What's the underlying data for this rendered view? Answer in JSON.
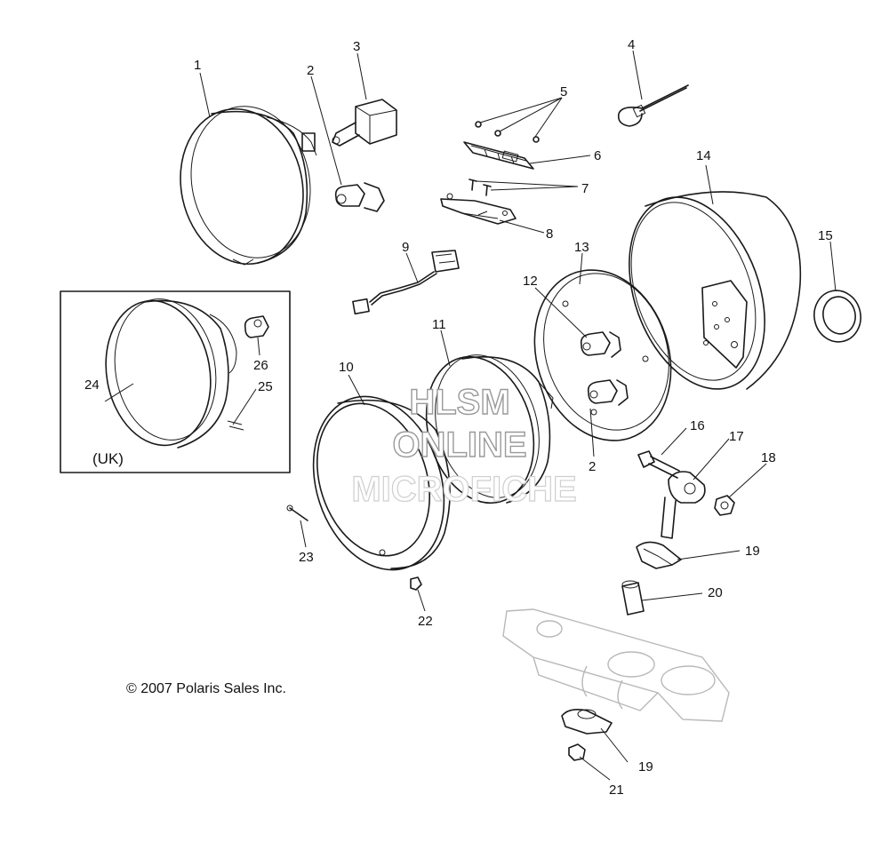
{
  "callouts": {
    "c1": "1",
    "c2a": "2",
    "c2b": "2",
    "c3": "3",
    "c4": "4",
    "c5": "5",
    "c6": "6",
    "c7": "7",
    "c8": "8",
    "c9": "9",
    "c10": "10",
    "c11": "11",
    "c12": "12",
    "c13": "13",
    "c14": "14",
    "c15": "15",
    "c16": "16",
    "c17": "17",
    "c18": "18",
    "c19a": "19",
    "c19b": "19",
    "c20": "20",
    "c21": "21",
    "c22": "22",
    "c23": "23",
    "c24": "24",
    "c25": "25",
    "c26": "26"
  },
  "inset_label": "(UK)",
  "watermark": {
    "line1": "HLSM",
    "line2": "ONLINE",
    "line3": "MICROFICHE"
  },
  "copyright": "© 2007 Polaris Sales Inc."
}
